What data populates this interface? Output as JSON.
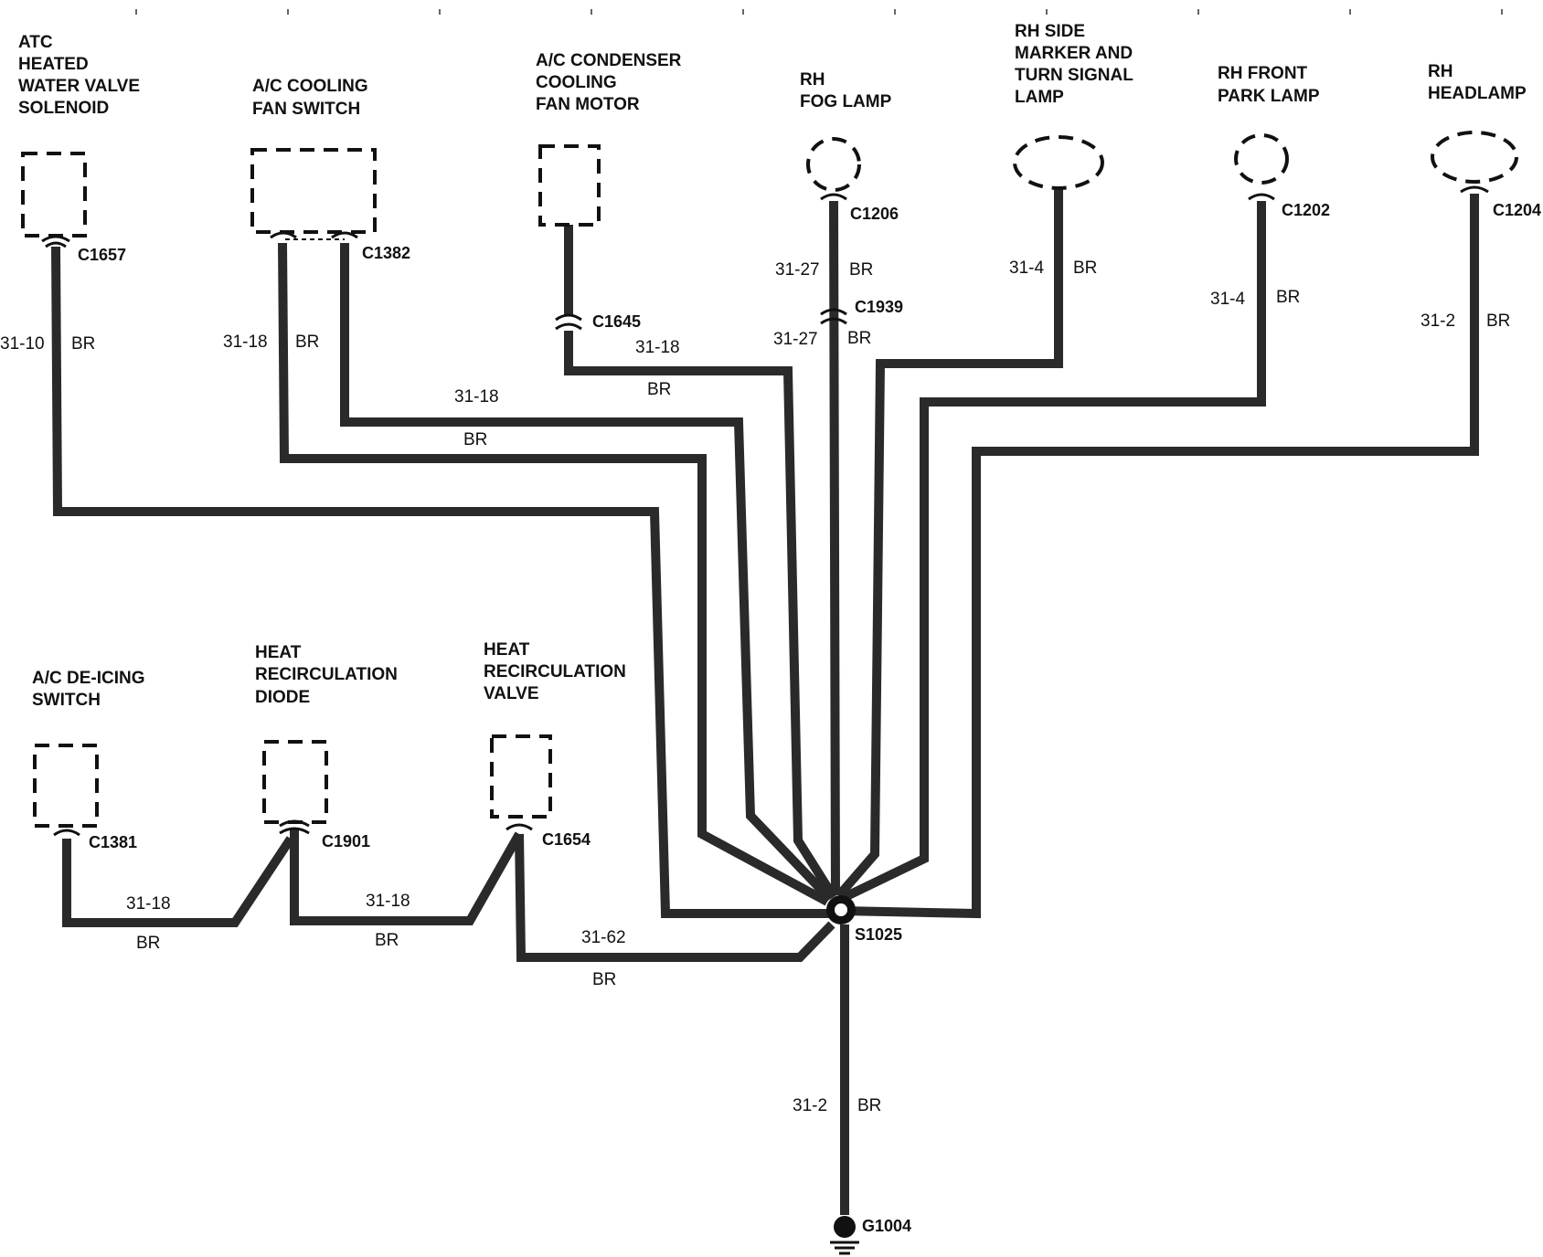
{
  "components": {
    "atc_valve": [
      "ATC",
      "HEATED",
      "WATER VALVE",
      "SOLENOID"
    ],
    "ac_fan_switch": [
      "A/C COOLING",
      "FAN SWITCH"
    ],
    "ac_condenser": [
      "A/C CONDENSER",
      "COOLING",
      "FAN MOTOR"
    ],
    "rh_fog": [
      "RH",
      "FOG LAMP"
    ],
    "rh_side_marker": [
      "RH SIDE",
      "MARKER AND",
      "TURN SIGNAL",
      "LAMP"
    ],
    "rh_park": [
      "RH FRONT",
      "PARK LAMP"
    ],
    "rh_headlamp": [
      "RH",
      "HEADLAMP"
    ],
    "ac_deicing": [
      "A/C DE-ICING",
      "SWITCH"
    ],
    "heat_diode": [
      "HEAT",
      "RECIRCULATION",
      "DIODE"
    ],
    "heat_valve": [
      "HEAT",
      "RECIRCULATION",
      "VALVE"
    ]
  },
  "connectors": {
    "c1657": "C1657",
    "c1382": "C1382",
    "c1645": "C1645",
    "c1206": "C1206",
    "c1939": "C1939",
    "c1202": "C1202",
    "c1204": "C1204",
    "c1381": "C1381",
    "c1901": "C1901",
    "c1654": "C1654",
    "s1025": "S1025",
    "g1004": "G1004"
  },
  "wires": {
    "w_atc": {
      "circuit": "31-10",
      "color": "BR"
    },
    "w_fan_sw_a": {
      "circuit": "31-18",
      "color": "BR"
    },
    "w_fan_sw_b": {
      "circuit": "31-18",
      "color": "BR"
    },
    "w_cond": {
      "circuit": "31-18",
      "color": "BR"
    },
    "w_fog_upper": {
      "circuit": "31-27",
      "color": "BR"
    },
    "w_fog_lower": {
      "circuit": "31-27",
      "color": "BR"
    },
    "w_marker": {
      "circuit": "31-4",
      "color": "BR"
    },
    "w_park": {
      "circuit": "31-4",
      "color": "BR"
    },
    "w_head": {
      "circuit": "31-2",
      "color": "BR"
    },
    "w_deice": {
      "circuit": "31-18",
      "color": "BR"
    },
    "w_diode": {
      "circuit": "31-18",
      "color": "BR"
    },
    "w_valve": {
      "circuit": "31-62",
      "color": "BR"
    },
    "w_ground": {
      "circuit": "31-2",
      "color": "BR"
    }
  }
}
